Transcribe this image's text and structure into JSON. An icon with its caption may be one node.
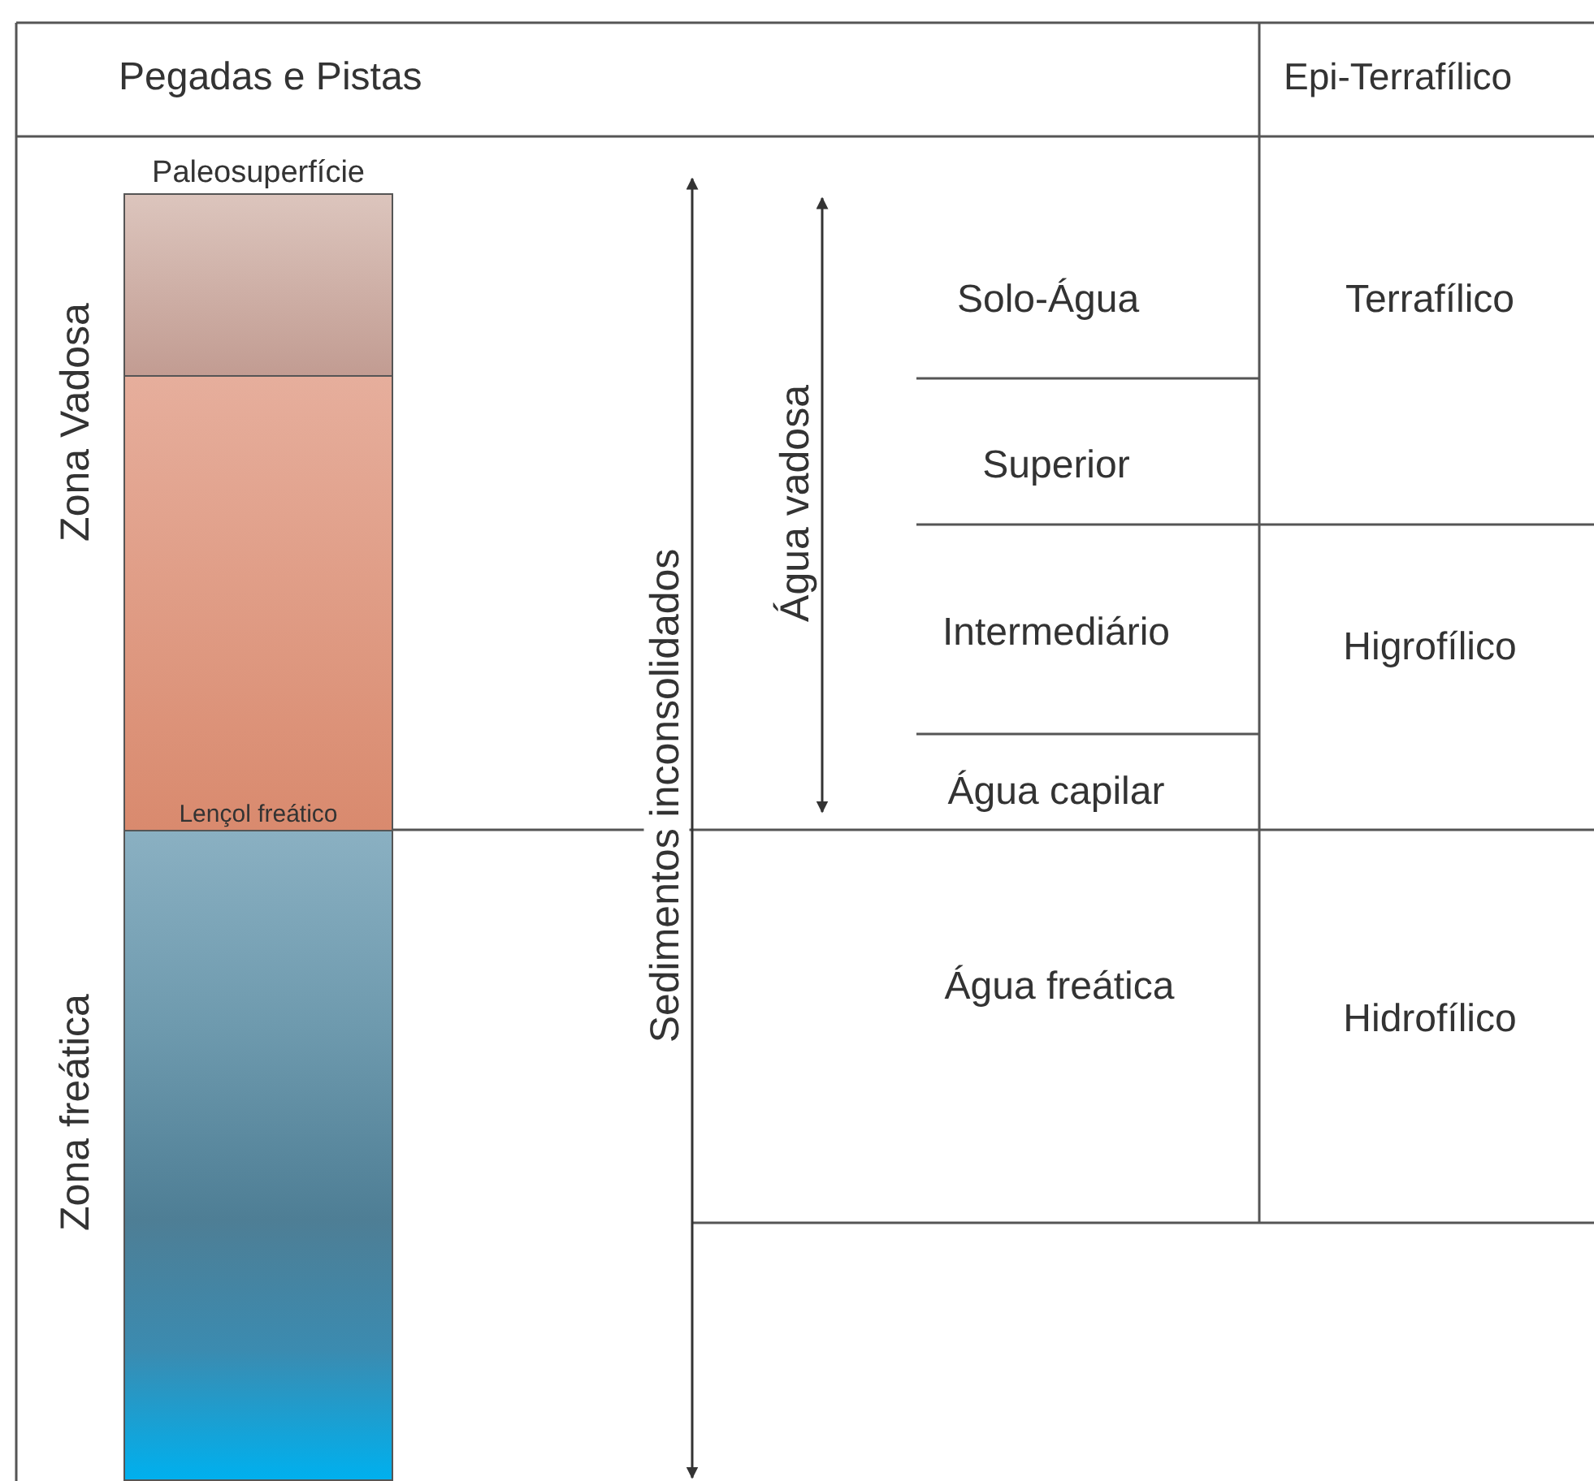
{
  "diagram": {
    "nodes": [
      {
        "text": [
          "Paleosuperfície"
        ]
      },
      {
        "text": [
          "Lençol freático"
        ]
      },
      {
        "text": [],
        "shape": "bar"
      }
    ],
    "labels": [
      "Pegadas e Pistas",
      "Epi-Terrafílico",
      "Zona Vadosa",
      "Sedimentos inconsolidados",
      "Água vadosa",
      "Solo-Água",
      "Terrafílico",
      "Superior",
      "Intermediário",
      "Higrofílico",
      "Água capilar",
      "Zona freática",
      "Água freática",
      "Hidrofílico"
    ]
  }
}
